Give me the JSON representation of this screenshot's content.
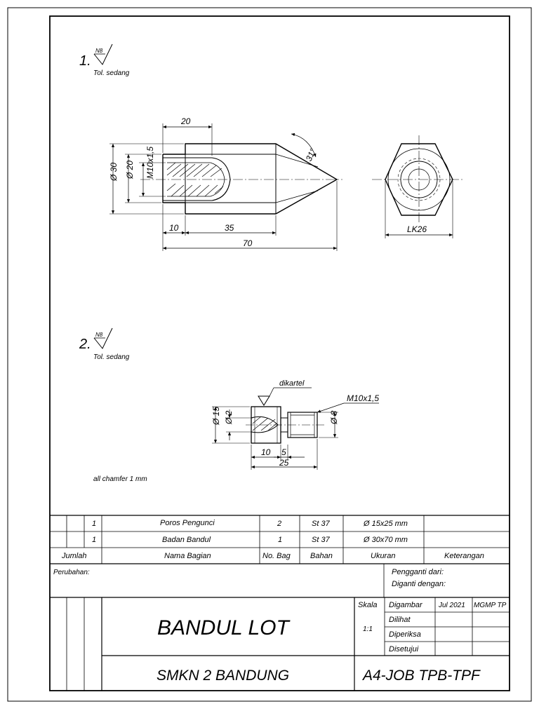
{
  "part1": {
    "number": "1.",
    "roughness": "N8",
    "tolerance": "Tol. sedang",
    "dims": {
      "d20_top": "20",
      "angle": "31°",
      "d30": "Ø 30",
      "d20_left": "Ø 20",
      "thread": "M10x1,5",
      "d10": "10",
      "d35": "35",
      "d70": "70",
      "lk": "LK26"
    }
  },
  "part2": {
    "number": "2.",
    "roughness": "N8",
    "tolerance": "Tol. sedang",
    "knurl_note": "dikartel",
    "thread": "M10x1,5",
    "dims": {
      "d15": "Ø 15",
      "d2": "Ø 2",
      "d8": "Ø 8",
      "d10": "10",
      "d5": "5",
      "d25": "25"
    }
  },
  "chamfer_note": "all chamfer 1 mm",
  "parts_list": [
    {
      "qty": "1",
      "name": "Poros Pengunci",
      "no": "2",
      "material": "St 37",
      "size": "Ø 15x25 mm",
      "note": ""
    },
    {
      "qty": "1",
      "name": "Badan Bandul",
      "no": "1",
      "material": "St 37",
      "size": "Ø 30x70 mm",
      "note": ""
    }
  ],
  "headers": {
    "jumlah": "Jumlah",
    "nama": "Nama Bagian",
    "nobag": "No. Bag",
    "bahan": "Bahan",
    "ukuran": "Ukuran",
    "keterangan": "Keterangan"
  },
  "title_block": {
    "perubahan": "Perubahan:",
    "pengganti": "Pengganti dari:",
    "diganti": "Diganti dengan:",
    "skala_label": "Skala",
    "skala": "1:1",
    "digambar": "Digambar",
    "date": "Jul 2021",
    "author": "MGMP TP",
    "dilihat": "Dilihat",
    "diperiksa": "Diperiksa",
    "disetujui": "Disetujui",
    "title": "BANDUL LOT",
    "school": "SMKN 2 BANDUNG",
    "code": "A4-JOB TPB-TPF"
  }
}
